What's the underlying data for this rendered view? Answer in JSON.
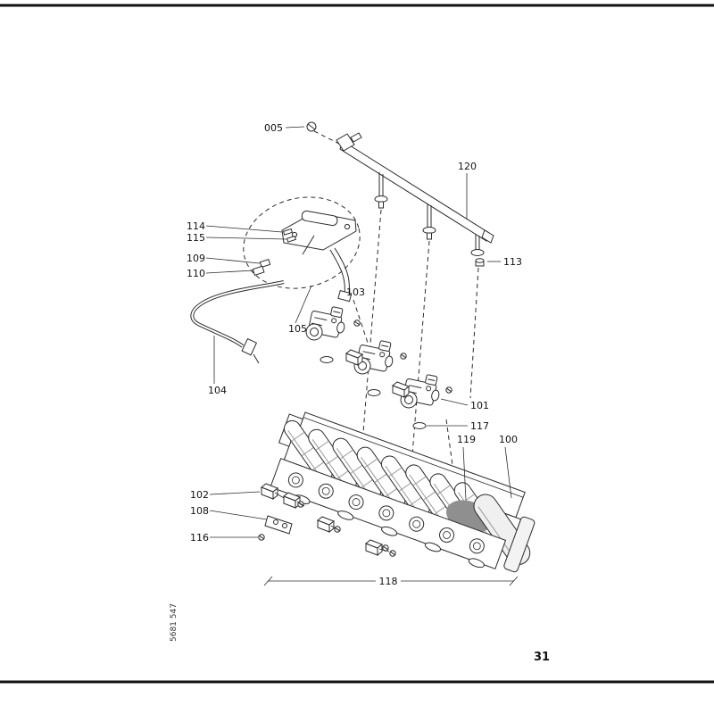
{
  "page": {
    "number": "31",
    "doc_code": "5681 547"
  },
  "diagram": {
    "type": "exploded-parts-diagram",
    "subject": "gas-burner-assembly",
    "labels": {
      "p005": "005",
      "p100": "100",
      "p101": "101",
      "p102": "102",
      "p103": "103",
      "p104": "104",
      "p105": "105",
      "p108": "108",
      "p109": "109",
      "p110": "110",
      "p113": "113",
      "p114": "114",
      "p115": "115",
      "p116": "116",
      "p117": "117",
      "p118": "118",
      "p119": "119",
      "p120": "120"
    }
  }
}
